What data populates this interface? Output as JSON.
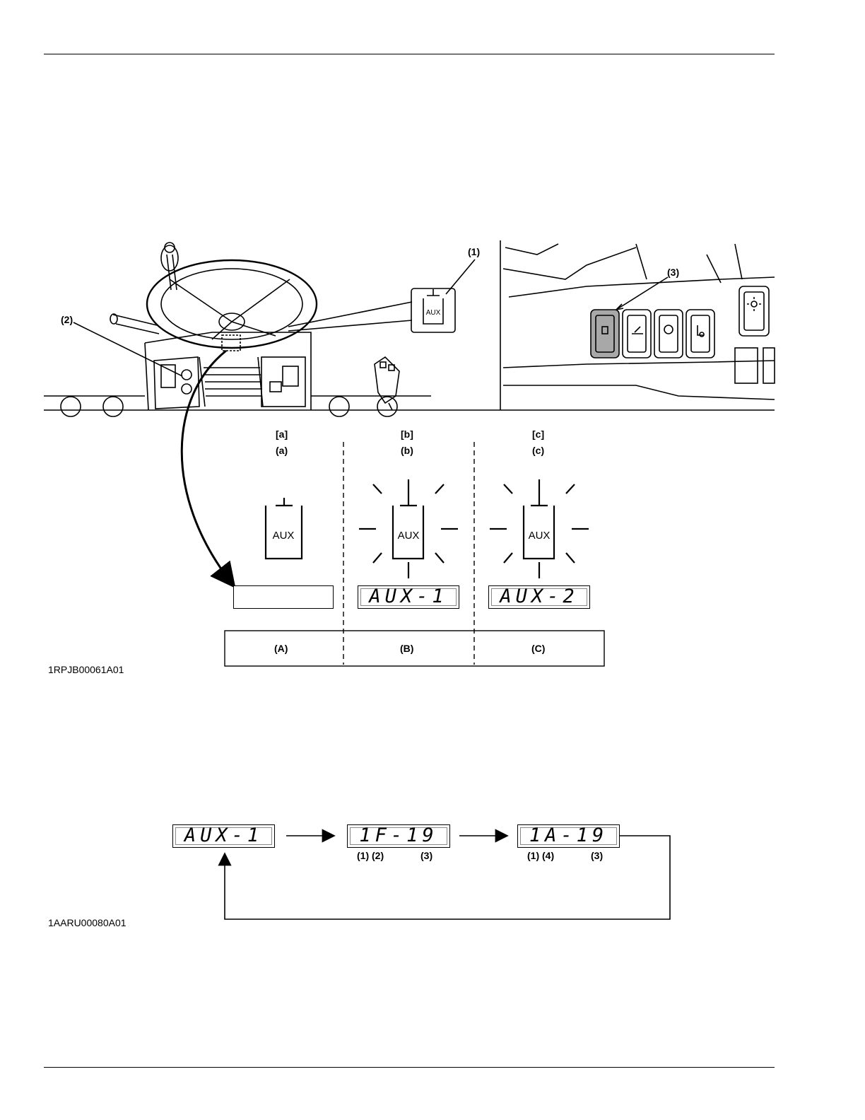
{
  "figure1": {
    "code": "1RPJB00061A01",
    "callouts": {
      "c1": "(1)",
      "c2": "(2)",
      "c3": "(3)"
    },
    "icon_text": "AUX",
    "states": [
      {
        "bracket": "[a]",
        "paren": "(a)",
        "display": "",
        "row": "(A)"
      },
      {
        "bracket": "[b]",
        "paren": "(b)",
        "display": "AUX-1",
        "row": "(B)"
      },
      {
        "bracket": "[c]",
        "paren": "(c)",
        "display": "AUX-2",
        "row": "(C)"
      }
    ]
  },
  "figure2": {
    "code": "1AARU00080A01",
    "displays": [
      {
        "text": "AUX-1"
      },
      {
        "text": "1F-19",
        "labels": "(1) (2)",
        "labels2": "(3)"
      },
      {
        "text": "1A-19",
        "labels": "(1) (4)",
        "labels2": "(3)"
      }
    ]
  },
  "colors": {
    "ink": "#000000",
    "switch_lit": "#a8a8a8"
  }
}
